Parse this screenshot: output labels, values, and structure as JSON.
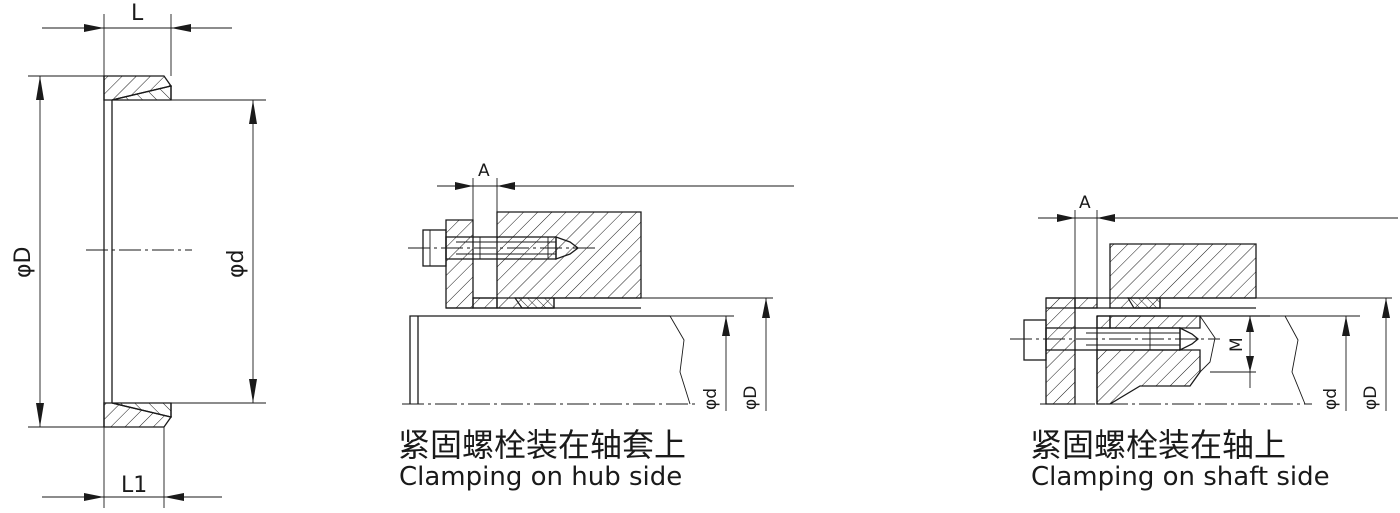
{
  "labels": {
    "L": "L",
    "L1": "L1",
    "phi_D": "φD",
    "phi_d": "φd",
    "A": "A",
    "M": "M"
  },
  "captions": {
    "hub": {
      "cn": "紧固螺栓装在轴套上",
      "en": "Clamping on hub side"
    },
    "shaft": {
      "cn": "紧固螺栓装在轴上",
      "en": "Clamping on shaft side"
    }
  }
}
